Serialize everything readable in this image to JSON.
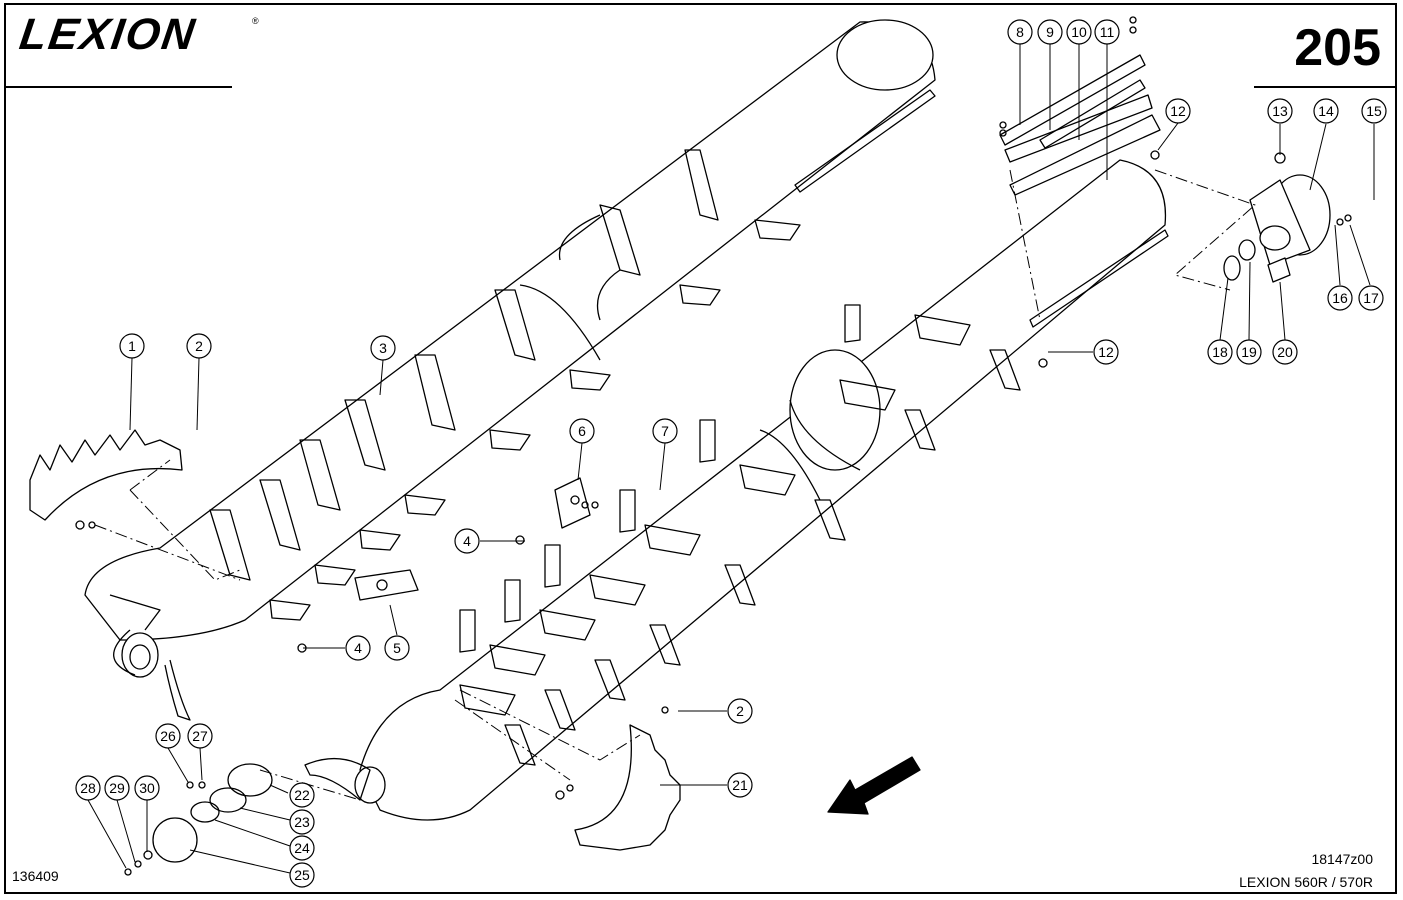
{
  "header": {
    "brand": "LEXION",
    "registered": "®",
    "page_number": "205"
  },
  "footer": {
    "drawing_number": "18147z00",
    "model": "LEXION 560R / 570R",
    "reference_number": "136409"
  },
  "callouts": [
    {
      "id": "c1",
      "label": "1"
    },
    {
      "id": "c2a",
      "label": "2"
    },
    {
      "id": "c3",
      "label": "3"
    },
    {
      "id": "c4a",
      "label": "4"
    },
    {
      "id": "c4b",
      "label": "4"
    },
    {
      "id": "c5",
      "label": "5"
    },
    {
      "id": "c6",
      "label": "6"
    },
    {
      "id": "c7",
      "label": "7"
    },
    {
      "id": "c8",
      "label": "8"
    },
    {
      "id": "c9",
      "label": "9"
    },
    {
      "id": "c10",
      "label": "10"
    },
    {
      "id": "c11",
      "label": "11"
    },
    {
      "id": "c12a",
      "label": "12"
    },
    {
      "id": "c12b",
      "label": "12"
    },
    {
      "id": "c13",
      "label": "13"
    },
    {
      "id": "c14",
      "label": "14"
    },
    {
      "id": "c15",
      "label": "15"
    },
    {
      "id": "c16",
      "label": "16"
    },
    {
      "id": "c17",
      "label": "17"
    },
    {
      "id": "c18",
      "label": "18"
    },
    {
      "id": "c19",
      "label": "19"
    },
    {
      "id": "c20",
      "label": "20"
    },
    {
      "id": "c2b",
      "label": "2"
    },
    {
      "id": "c21",
      "label": "21"
    },
    {
      "id": "c22",
      "label": "22"
    },
    {
      "id": "c23",
      "label": "23"
    },
    {
      "id": "c24",
      "label": "24"
    },
    {
      "id": "c25",
      "label": "25"
    },
    {
      "id": "c26",
      "label": "26"
    },
    {
      "id": "c27",
      "label": "27"
    },
    {
      "id": "c28",
      "label": "28"
    },
    {
      "id": "c29",
      "label": "29"
    },
    {
      "id": "c30",
      "label": "30"
    }
  ]
}
